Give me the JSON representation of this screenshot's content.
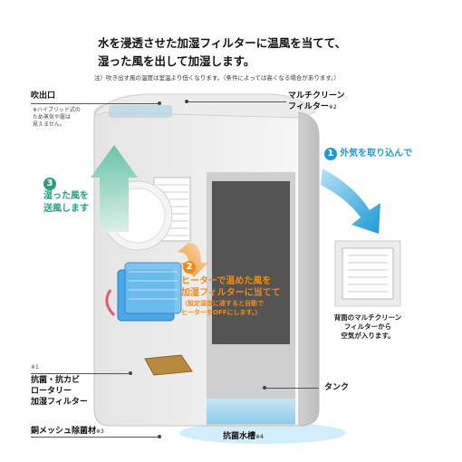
{
  "headline": {
    "line1": "水を浸透させた加湿フィルターに温風を当てて、",
    "line2": "湿った風を出して加湿します。",
    "note": "注）吹き出す風の温度は室温より低くなります。（条件によっては高くなる場合があります。）"
  },
  "labels": {
    "outlet": "吹出口",
    "outlet_note_1": "※ハイブリッド式の",
    "outlet_note_2": "ため蒸気や霧は",
    "outlet_note_3": "見えません。",
    "multi_filter_1": "マルチクリーン",
    "multi_filter_2": "フィルター",
    "multi_filter_mark": "※2",
    "rotary_mark": "※1",
    "rotary_1": "抗菌・抗カビ",
    "rotary_2": "ロータリー",
    "rotary_3": "加湿フィルター",
    "copper": "銅メッシュ除菌材",
    "copper_mark": "※3",
    "tank": "タンク",
    "water_tank": "抗菌水槽",
    "water_tank_mark": "※4"
  },
  "steps": [
    {
      "num": "1",
      "text": "外気を取り込んで",
      "color": "#1d9ad6"
    },
    {
      "num": "2",
      "line1": "ヒーターで温めた風を",
      "line2": "加湿フィルターに当てて",
      "sub1": "（設定湿度に達すると自動で",
      "sub2": "ヒーターをOFFにします。）",
      "color": "#f08a18"
    },
    {
      "num": "3",
      "line1": "湿った風を",
      "line2": "送風します",
      "color": "#2a9d7f"
    }
  ],
  "inset": {
    "caption1": "背面のマルチクリーン",
    "caption2": "フィルターから",
    "caption3": "空気が入ります。"
  }
}
